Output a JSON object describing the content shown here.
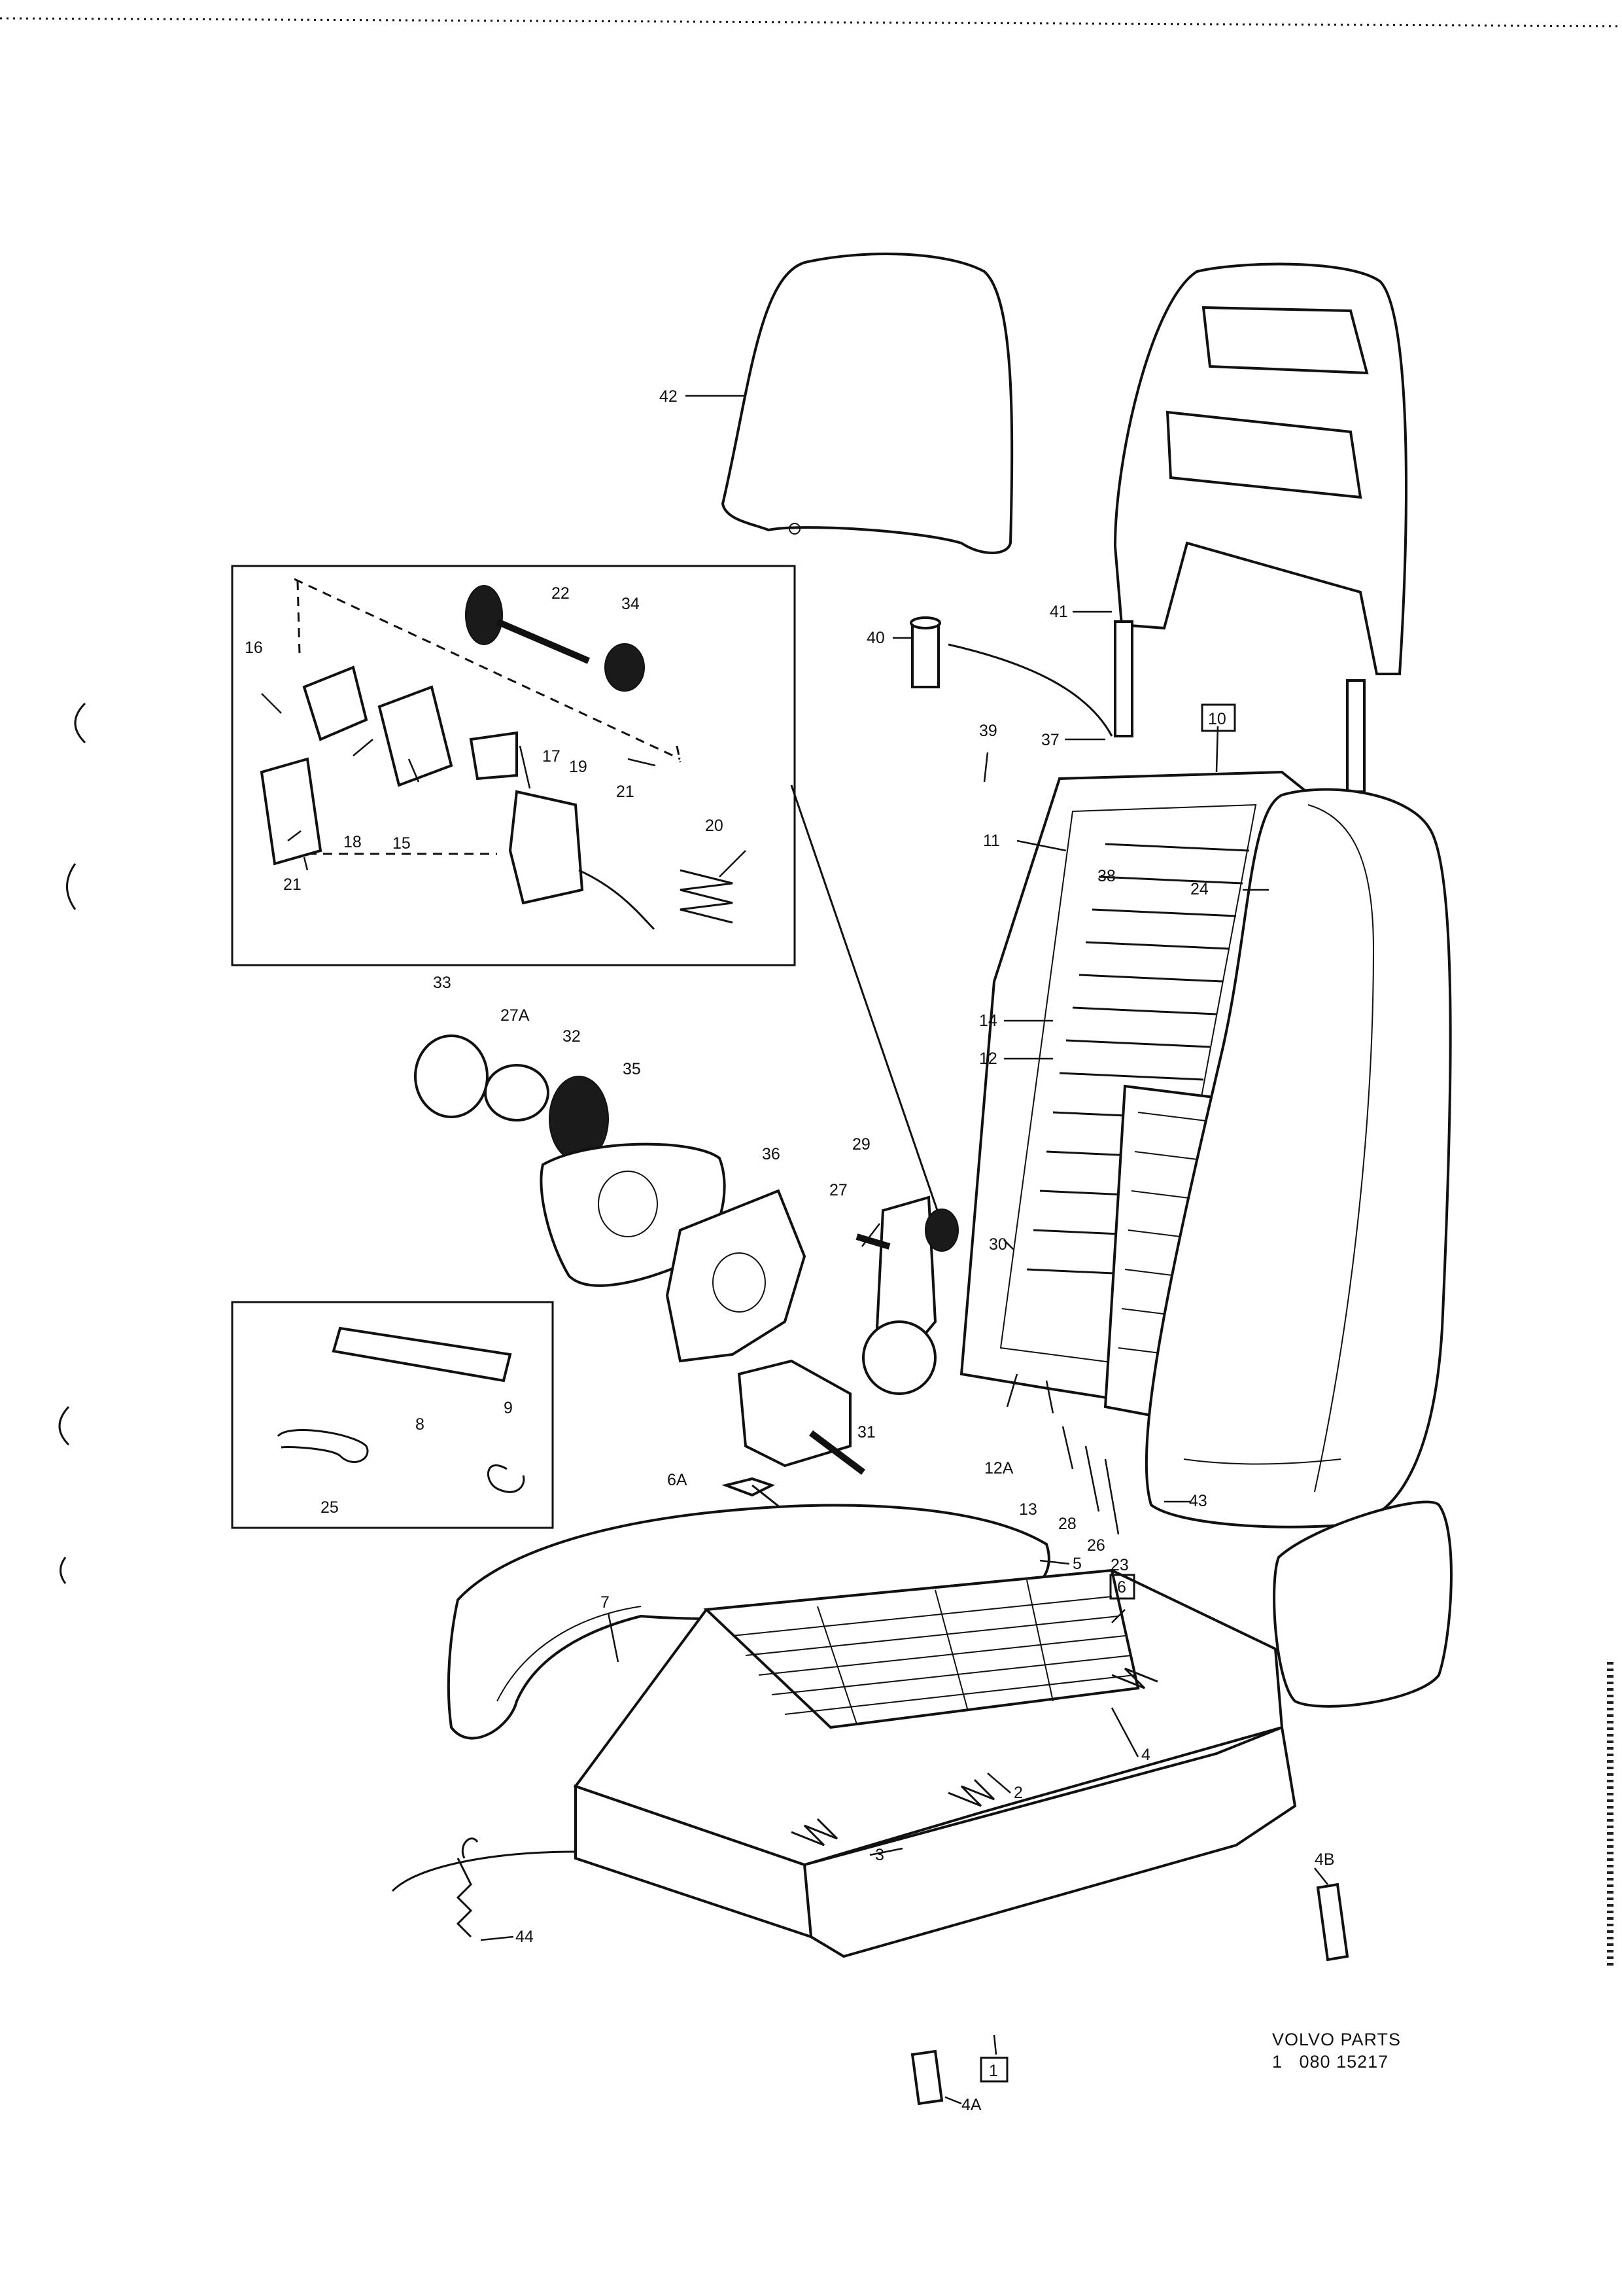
{
  "caption": {
    "brand": "VOLVO PARTS",
    "number": "1   080 15217"
  },
  "callouts": [
    "42",
    "41",
    "40",
    "37",
    "39",
    "10",
    "11",
    "38",
    "24",
    "22",
    "34",
    "16",
    "17",
    "19",
    "18",
    "15",
    "21",
    "20",
    "21",
    "33",
    "27A",
    "32",
    "35",
    "14",
    "12",
    "29",
    "36",
    "27",
    "30",
    "8",
    "9",
    "25",
    "31",
    "6A",
    "12A",
    "13",
    "28",
    "26",
    "43",
    "23",
    "5",
    "6",
    "7",
    "4",
    "2",
    "3",
    "4B",
    "44",
    "1",
    "4A"
  ],
  "boxed_callouts": [
    "10",
    "6",
    "1"
  ]
}
